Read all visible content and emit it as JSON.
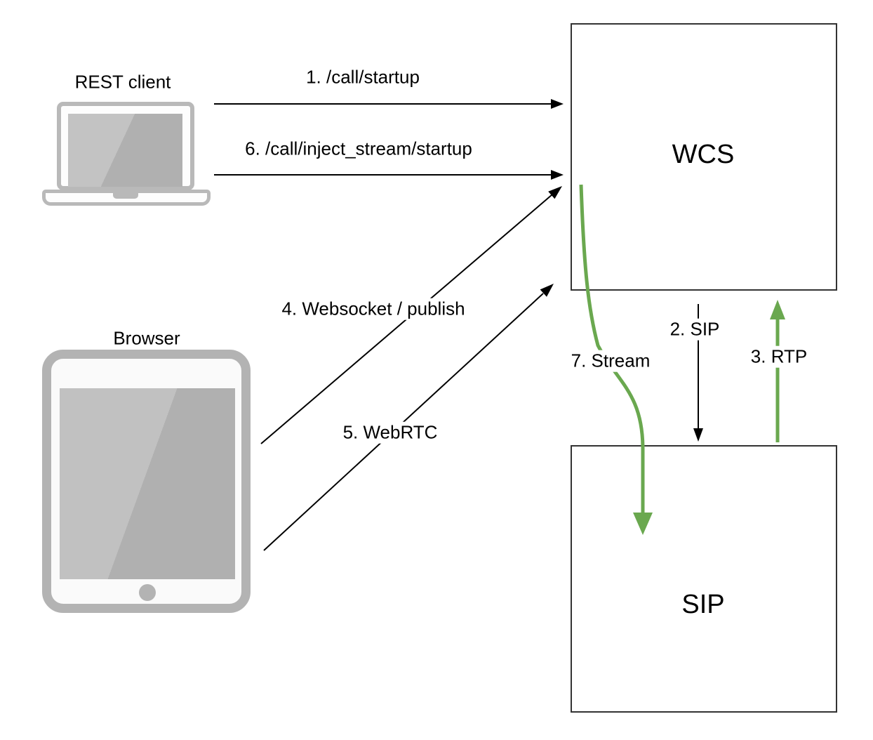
{
  "diagram": {
    "nodes": {
      "rest_client": {
        "label": "REST client",
        "type": "laptop-device"
      },
      "browser": {
        "label": "Browser",
        "type": "tablet-device"
      },
      "wcs": {
        "label": "WCS",
        "type": "box"
      },
      "sip": {
        "label": "SIP",
        "type": "box"
      }
    },
    "edges": {
      "call_startup": {
        "label": "1. /call/startup",
        "from": "rest_client",
        "to": "wcs",
        "style": "black-straight"
      },
      "sip_signaling": {
        "label": "2. SIP",
        "from": "wcs",
        "to": "sip",
        "style": "black-straight"
      },
      "rtp": {
        "label": "3. RTP",
        "from": "sip",
        "to": "wcs",
        "style": "green-straight"
      },
      "websocket_publish": {
        "label": "4. Websocket / publish",
        "from": "browser",
        "to": "wcs",
        "style": "black-straight"
      },
      "webrtc": {
        "label": "5. WebRTC",
        "from": "browser",
        "to": "wcs",
        "style": "black-straight"
      },
      "inject_stream_startup": {
        "label": "6. /call/inject_stream/startup",
        "from": "rest_client",
        "to": "wcs",
        "style": "black-straight"
      },
      "stream": {
        "label": "7. Stream",
        "from": "wcs",
        "to": "sip",
        "style": "green-curved"
      }
    },
    "colors": {
      "arrow_black": "#000000",
      "arrow_green": "#6aa84f",
      "box_border": "#333333",
      "device_frame_gray": "#b3b3b3",
      "device_screen_gray": "#b5b5b5",
      "text": "#000000",
      "background": "#ffffff"
    }
  }
}
